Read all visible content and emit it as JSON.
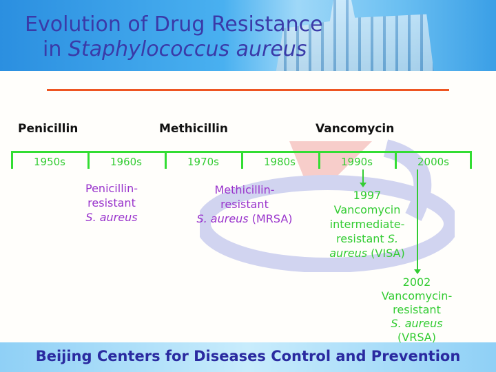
{
  "title": {
    "line1": "Evolution of Drug Resistance",
    "line2_prefix": "in ",
    "line2_italic": "Staphylococcus aureus"
  },
  "drugs": [
    "Penicillin",
    "Methicillin",
    "Vancomycin"
  ],
  "decades": [
    "1950s",
    "1960s",
    "1970s",
    "1980s",
    "1990s",
    "2000s"
  ],
  "annotations": {
    "penicillin": {
      "l1": "Penicillin-",
      "l2": "resistant",
      "l3": "S. aureus"
    },
    "methicillin": {
      "l1": "Methicillin-",
      "l2": "resistant",
      "l3_italic": "S. aureus",
      "l3_rest": " (MRSA)"
    },
    "visa": {
      "year": "1997",
      "l1": "Vancomycin",
      "l2": "intermediate-",
      "l3_a": "resistant ",
      "l3_b": "S.",
      "l4_italic": "aureus",
      "l4_rest": " (VISA)"
    },
    "vrsa": {
      "year": "2002",
      "l1": "Vancomycin-",
      "l2": "resistant",
      "l3": "S. aureus",
      "l4": "(VRSA)"
    }
  },
  "footer": "Beijing Centers for Diseases Control and Prevention",
  "colors": {
    "title": "#3a3aa8",
    "timeline": "#33dd33",
    "purple": "#9933cc",
    "accent_line": "#ee5522"
  }
}
